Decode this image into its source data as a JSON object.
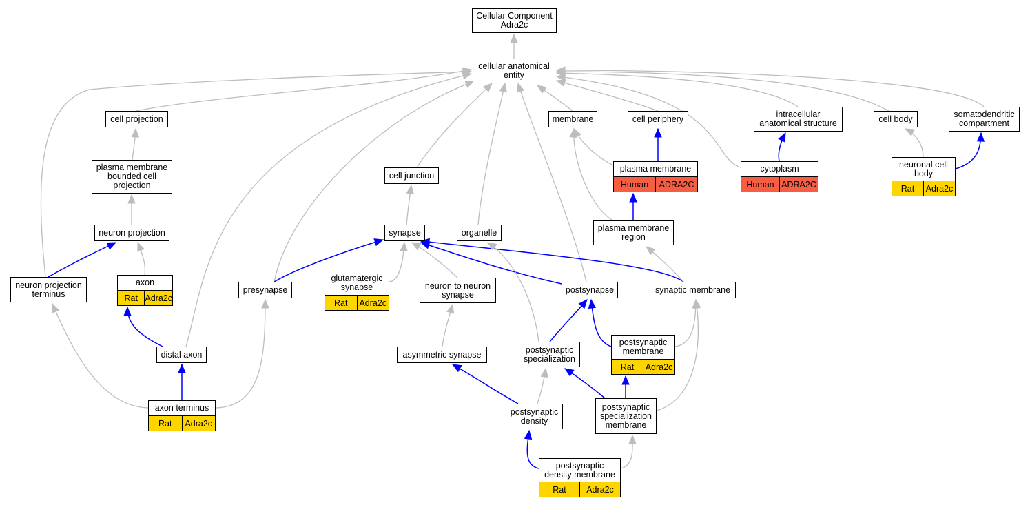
{
  "colors": {
    "is_a_edge": "#bdbdbd",
    "part_of_edge": "#0000ff",
    "rat_annotation": "#ffd500",
    "human_annotation": "#f75d43"
  },
  "nodes": {
    "root": {
      "label": "Cellular Component\nAdra2c"
    },
    "cae": {
      "label": "cellular anatomical\nentity"
    },
    "cell_projection": {
      "label": "cell projection"
    },
    "membrane": {
      "label": "membrane"
    },
    "cell_periphery": {
      "label": "cell periphery"
    },
    "intracellular": {
      "label": "intracellular\nanatomical structure"
    },
    "cell_body": {
      "label": "cell body"
    },
    "somatodendritic": {
      "label": "somatodendritic\ncompartment"
    },
    "pm_bounded": {
      "label": "plasma membrane\nbounded cell\nprojection"
    },
    "cell_junction": {
      "label": "cell junction"
    },
    "plasma_membrane": {
      "label": "plasma membrane",
      "species": "Human",
      "gene": "ADRA2C"
    },
    "cytoplasm": {
      "label": "cytoplasm",
      "species": "Human",
      "gene": "ADRA2C"
    },
    "neuronal_cell_body": {
      "label": "neuronal cell\nbody",
      "species": "Rat",
      "gene": "Adra2c"
    },
    "neuron_projection": {
      "label": "neuron projection"
    },
    "synapse": {
      "label": "synapse"
    },
    "organelle": {
      "label": "organelle"
    },
    "pm_region": {
      "label": "plasma membrane\nregion"
    },
    "axon": {
      "label": "axon",
      "species": "Rat",
      "gene": "Adra2c"
    },
    "npt": {
      "label": "neuron projection\nterminus"
    },
    "presynapse": {
      "label": "presynapse"
    },
    "glutamatergic": {
      "label": "glutamatergic\nsynapse",
      "species": "Rat",
      "gene": "Adra2c"
    },
    "n2n": {
      "label": "neuron to neuron\nsynapse"
    },
    "postsynapse": {
      "label": "postsynapse"
    },
    "synaptic_membrane": {
      "label": "synaptic membrane"
    },
    "distal_axon": {
      "label": "distal axon"
    },
    "asymmetric": {
      "label": "asymmetric synapse"
    },
    "ps_spec": {
      "label": "postsynaptic\nspecialization"
    },
    "ps_membrane": {
      "label": "postsynaptic\nmembrane",
      "species": "Rat",
      "gene": "Adra2c"
    },
    "axon_terminus": {
      "label": "axon terminus",
      "species": "Rat",
      "gene": "Adra2c"
    },
    "ps_density": {
      "label": "postsynaptic\ndensity"
    },
    "ps_spec_membrane": {
      "label": "postsynaptic\nspecialization\nmembrane"
    },
    "psd_membrane": {
      "label": "postsynaptic\ndensity membrane",
      "species": "Rat",
      "gene": "Adra2c"
    }
  },
  "edges": [
    {
      "from": "cae",
      "to": "root",
      "type": "is_a"
    },
    {
      "from": "cell_projection",
      "to": "cae",
      "type": "is_a"
    },
    {
      "from": "membrane",
      "to": "cae",
      "type": "is_a"
    },
    {
      "from": "cell_periphery",
      "to": "cae",
      "type": "is_a"
    },
    {
      "from": "intracellular",
      "to": "cae",
      "type": "is_a"
    },
    {
      "from": "cell_body",
      "to": "cae",
      "type": "is_a"
    },
    {
      "from": "somatodendritic",
      "to": "cae",
      "type": "is_a"
    },
    {
      "from": "npt",
      "to": "cae",
      "type": "is_a"
    },
    {
      "from": "distal_axon",
      "to": "cae",
      "type": "is_a"
    },
    {
      "from": "presynapse",
      "to": "cae",
      "type": "is_a"
    },
    {
      "from": "cell_junction",
      "to": "cae",
      "type": "is_a"
    },
    {
      "from": "organelle",
      "to": "cae",
      "type": "is_a"
    },
    {
      "from": "postsynapse",
      "to": "cae",
      "type": "is_a"
    },
    {
      "from": "cytoplasm",
      "to": "cae",
      "type": "is_a"
    },
    {
      "from": "pm_bounded",
      "to": "cell_projection",
      "type": "is_a"
    },
    {
      "from": "neuron_projection",
      "to": "pm_bounded",
      "type": "is_a"
    },
    {
      "from": "npt",
      "to": "neuron_projection",
      "type": "part_of"
    },
    {
      "from": "axon",
      "to": "neuron_projection",
      "type": "is_a"
    },
    {
      "from": "distal_axon",
      "to": "axon",
      "type": "part_of"
    },
    {
      "from": "axon_terminus",
      "to": "distal_axon",
      "type": "part_of"
    },
    {
      "from": "axon_terminus",
      "to": "npt",
      "type": "is_a"
    },
    {
      "from": "axon_terminus",
      "to": "presynapse",
      "type": "is_a"
    },
    {
      "from": "presynapse",
      "to": "synapse",
      "type": "part_of"
    },
    {
      "from": "synapse",
      "to": "cell_junction",
      "type": "is_a"
    },
    {
      "from": "glutamatergic",
      "to": "synapse",
      "type": "is_a"
    },
    {
      "from": "n2n",
      "to": "synapse",
      "type": "is_a"
    },
    {
      "from": "postsynapse",
      "to": "synapse",
      "type": "part_of"
    },
    {
      "from": "synaptic_membrane",
      "to": "synapse",
      "type": "part_of"
    },
    {
      "from": "plasma_membrane",
      "to": "membrane",
      "type": "is_a"
    },
    {
      "from": "plasma_membrane",
      "to": "cell_periphery",
      "type": "part_of"
    },
    {
      "from": "pm_region",
      "to": "plasma_membrane",
      "type": "part_of"
    },
    {
      "from": "pm_region",
      "to": "membrane",
      "type": "is_a"
    },
    {
      "from": "cytoplasm",
      "to": "intracellular",
      "type": "part_of"
    },
    {
      "from": "neuronal_cell_body",
      "to": "cell_body",
      "type": "is_a"
    },
    {
      "from": "neuronal_cell_body",
      "to": "somatodendritic",
      "type": "part_of"
    },
    {
      "from": "synaptic_membrane",
      "to": "pm_region",
      "type": "is_a"
    },
    {
      "from": "asymmetric",
      "to": "n2n",
      "type": "is_a"
    },
    {
      "from": "ps_spec",
      "to": "postsynapse",
      "type": "part_of"
    },
    {
      "from": "ps_spec",
      "to": "organelle",
      "type": "is_a"
    },
    {
      "from": "ps_membrane",
      "to": "postsynapse",
      "type": "part_of"
    },
    {
      "from": "ps_membrane",
      "to": "synaptic_membrane",
      "type": "is_a"
    },
    {
      "from": "ps_density",
      "to": "asymmetric",
      "type": "part_of"
    },
    {
      "from": "ps_density",
      "to": "ps_spec",
      "type": "is_a"
    },
    {
      "from": "ps_spec_membrane",
      "to": "ps_spec",
      "type": "part_of"
    },
    {
      "from": "ps_spec_membrane",
      "to": "ps_membrane",
      "type": "part_of"
    },
    {
      "from": "ps_spec_membrane",
      "to": "synaptic_membrane",
      "type": "is_a"
    },
    {
      "from": "psd_membrane",
      "to": "ps_density",
      "type": "part_of"
    },
    {
      "from": "psd_membrane",
      "to": "ps_spec_membrane",
      "type": "is_a"
    }
  ]
}
